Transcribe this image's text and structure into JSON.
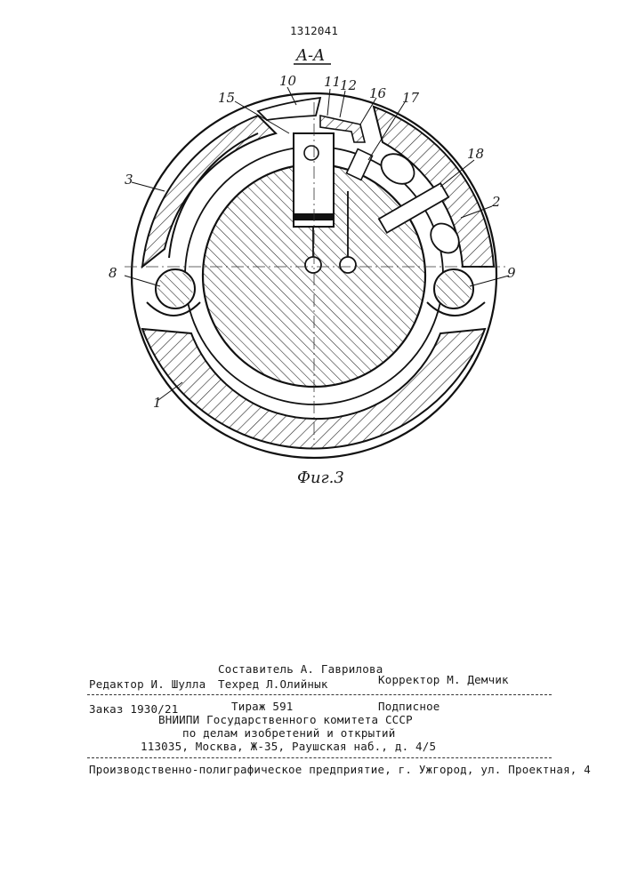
{
  "patent_number": "1312041",
  "section_label": "A-A",
  "figure_caption": "Фиг.3",
  "part_labels": [
    "10",
    "11",
    "12",
    "15",
    "16",
    "17",
    "18",
    "3",
    "2",
    "8",
    "9",
    "1"
  ],
  "footer": {
    "compiler": "Составитель А. Гаврилова",
    "editor": "Редактор  И. Шулла",
    "techred": "Техред Л.Олийнык",
    "corrector": "Корректор М. Демчик",
    "order": "Заказ 1930/21",
    "circulation": "Тираж 591",
    "subscription": "Подписное",
    "org_line1": "ВНИИПИ Государственного комитета СССР",
    "org_line2": "по делам изобретений и открытий",
    "address": "113035, Москва, Ж-35, Раушская наб., д. 4/5",
    "printer": "Производственно-полиграфическое предприятие, г. Ужгород, ул. Проектная, 4"
  }
}
